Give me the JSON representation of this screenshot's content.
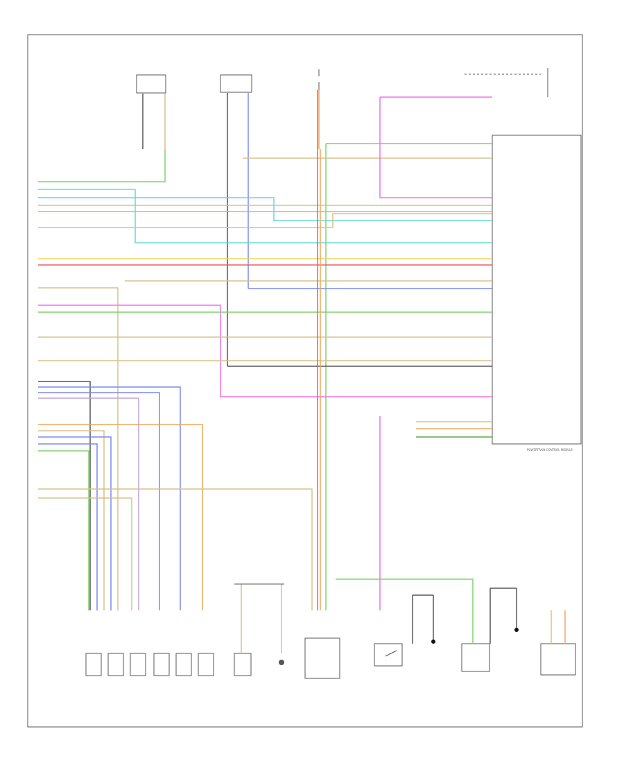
{
  "diagram": {
    "module_title": "POWERTRAIN CONTROL MODULE",
    "bottom_left_note": "",
    "components": [
      {
        "id": "sensor_a",
        "label": ""
      },
      {
        "id": "sensor_b",
        "label": ""
      },
      {
        "id": "battery_fuse",
        "label": ""
      },
      {
        "id": "module_connector_top",
        "label": ""
      },
      {
        "id": "transmission_group",
        "label": ""
      },
      {
        "id": "throttle_switch",
        "label": ""
      },
      {
        "id": "fuel_pump_module",
        "label": ""
      },
      {
        "id": "wheel_speed",
        "label": ""
      },
      {
        "id": "cluster",
        "label": ""
      }
    ],
    "colors": {
      "green": "#7fd36a",
      "tan": "#d9c08a",
      "cyan": "#66d9d6",
      "pink": "#f36ff0",
      "red": "#f25a6f",
      "yellow": "#f0d35a",
      "orange": "#f2a55a",
      "blue": "#7a88f0",
      "gray": "#555555",
      "lilac": "#c2a0d8",
      "black": "#111111"
    }
  }
}
